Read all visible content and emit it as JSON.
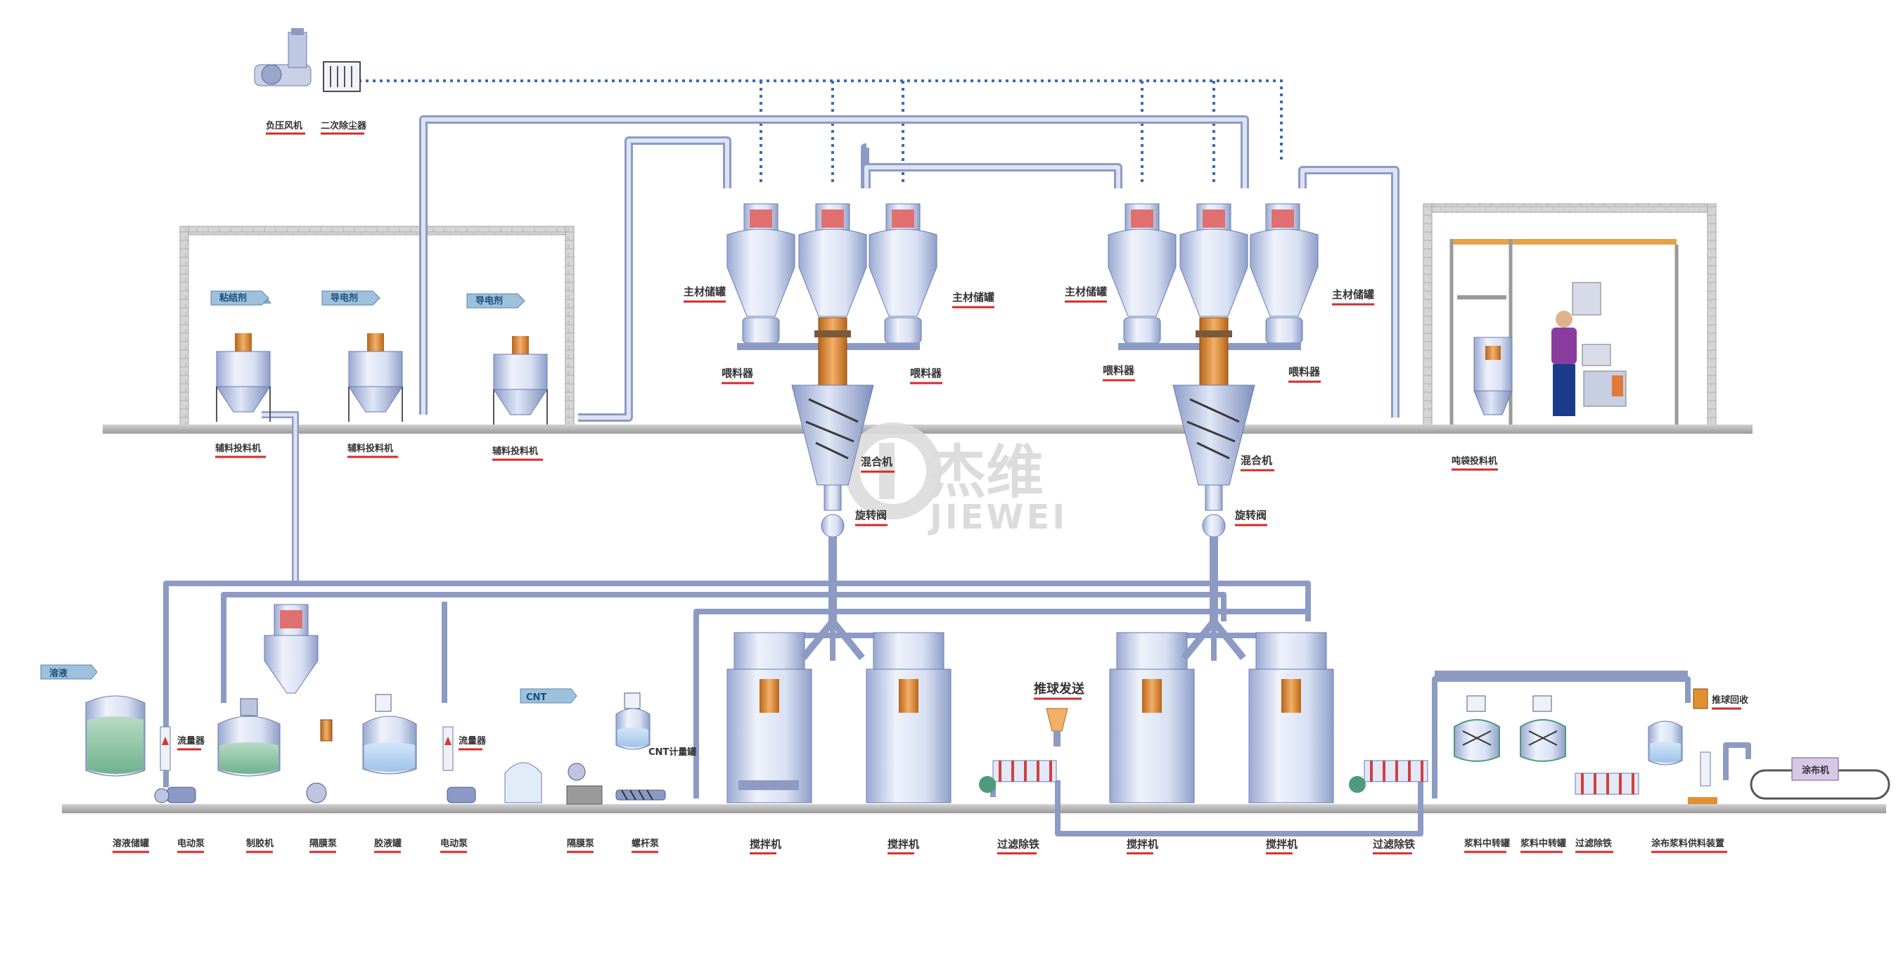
{
  "colors": {
    "pipe": "#c6d0ea",
    "pipe_edge": "#8d9bc4",
    "floor": "#b5b5b5",
    "wall": "#bdbdbd",
    "vessel": "#e4eaf7",
    "vessel_dark": "#8f9fc9",
    "underline": "#d22b2b",
    "dotted_line": "#3a6bb5",
    "orange": "#e0902f",
    "watermark": "#d9d9d9"
  },
  "watermark": {
    "cn": "杰维",
    "en": "JIEWEI"
  },
  "top": {
    "fan": "负压风机",
    "dust": "二次除尘器"
  },
  "feeders": {
    "tags": [
      "粘结剂",
      "导电剂",
      "导电剂"
    ],
    "labels": [
      "辅料投料机",
      "辅料投料机",
      "辅料投料机"
    ]
  },
  "tanks": {
    "label_main": "主材储罐",
    "label_feeder": "喂料器",
    "label_mixer": "混合机",
    "label_valve": "旋转阀"
  },
  "ton_bag": "吨袋投料机",
  "bottom_left": {
    "tag_solvent": "溶液",
    "tag_cnt": "CNT",
    "flowmeter": "流量器",
    "labels": [
      "溶液储罐",
      "电动泵",
      "制胶机",
      "隔膜泵",
      "胶液罐",
      "电动泵",
      "隔膜泵",
      "螺杆泵"
    ],
    "cnt_tank": "CNT计量罐"
  },
  "bottom_right": {
    "mixer": "搅拌机",
    "filter": "过滤除铁",
    "push_ball": "推球发送",
    "push_recovery": "推球回收",
    "transfer_tank": "浆料中转罐",
    "coater": "涂布机",
    "coater_feed": "涂布浆料供料装置"
  }
}
